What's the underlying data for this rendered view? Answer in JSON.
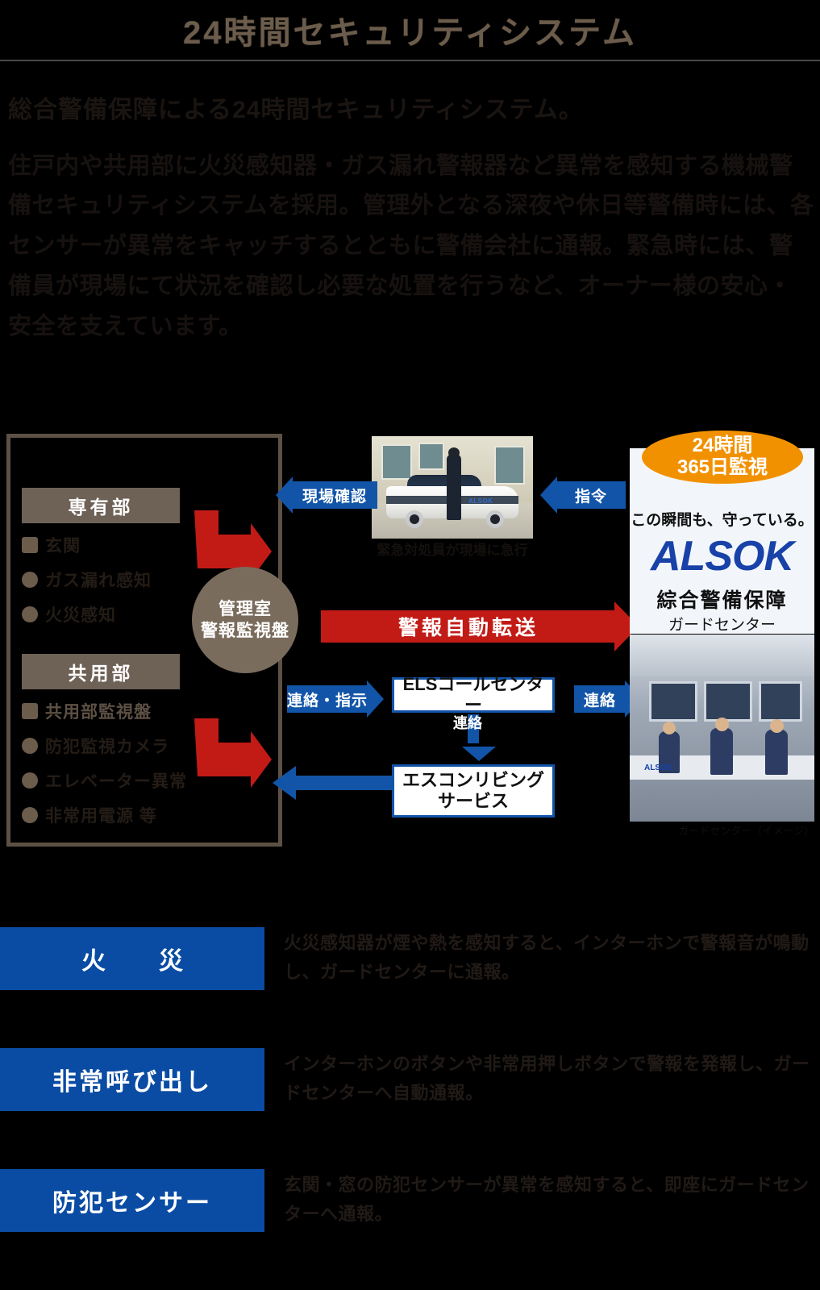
{
  "header": {
    "title": "24時間セキュリティシステム"
  },
  "intro": {
    "lead": "総合警備保障による24時間セキュリティシステム。",
    "body": "住戸内や共用部に火災感知器・ガス漏れ警報器など異常を感知する機械警備セキュリティシステムを採用。管理外となる深夜や休日等警備時には、各センサーが異常をキャッチするとともに警備会社に通報。緊急時には、警備員が現場にて状況を確認し必要な処置を行うなど、オーナー様の安心・安全を支えています。"
  },
  "diagram": {
    "building": {
      "sections": [
        {
          "heading": "専有部",
          "items": [
            {
              "icon": "square-sensor-icon",
              "label": "玄関"
            },
            {
              "icon": "dot-sensor-icon",
              "label": "ガス漏れ感知"
            },
            {
              "icon": "dot-sensor-icon",
              "label": "火災感知"
            }
          ]
        },
        {
          "heading": "共用部",
          "items": [
            {
              "icon": "square-sensor-icon",
              "label": "共用部監視盤",
              "bright": true
            },
            {
              "icon": "dot-sensor-icon",
              "label": "防犯監視カメラ"
            },
            {
              "icon": "dot-sensor-icon",
              "label": "エレベーター異常"
            },
            {
              "icon": "dot-sensor-icon",
              "label": "非常用電源 等"
            }
          ]
        }
      ]
    },
    "hub": {
      "line1": "管理室",
      "line2": "警報監視盤"
    },
    "arrows": {
      "site_check": "現場確認",
      "command": "指令",
      "alarm_auto_transfer": "警報自動転送",
      "contact_instruction": "連絡・指示",
      "contact": "連絡",
      "contact_vertical": "連絡"
    },
    "boxes": {
      "call_center": "ELSコールセンター",
      "living_service": "エスコンリビング\nサービス"
    },
    "car_caption": "緊急対処員が現場に急行",
    "alsok": {
      "badge_line1": "24時間",
      "badge_line2": "365日監視",
      "tagline": "この瞬間も、守っている。",
      "logo": "ALSOK",
      "name": "綜合警備保障",
      "sub": "ガードセンター"
    },
    "photo_caption": "ガードセンター（イメージ）"
  },
  "services": [
    {
      "label": "火　災",
      "spaced": true,
      "desc": "火災感知器が煙や熱を感知すると、インターホンで警報音が鳴動し、ガードセンターに通報。"
    },
    {
      "label": "非常呼び出し",
      "spaced": false,
      "desc": "インターホンのボタンや非常用押しボタンで警報を発報し、ガードセンターへ自動通報。"
    },
    {
      "label": "防犯センサー",
      "spaced": false,
      "desc": "玄関・窓の防犯センサーが異常を感知すると、即座にガードセンターへ通報。"
    }
  ],
  "colors": {
    "title": "#6b5c4b",
    "blue": "#1255a8",
    "label_blue": "#0a4ca3",
    "red": "#c21b16",
    "orange": "#f29100",
    "taupe": "#7a6c5d",
    "alsok_blue": "#1842a8"
  }
}
